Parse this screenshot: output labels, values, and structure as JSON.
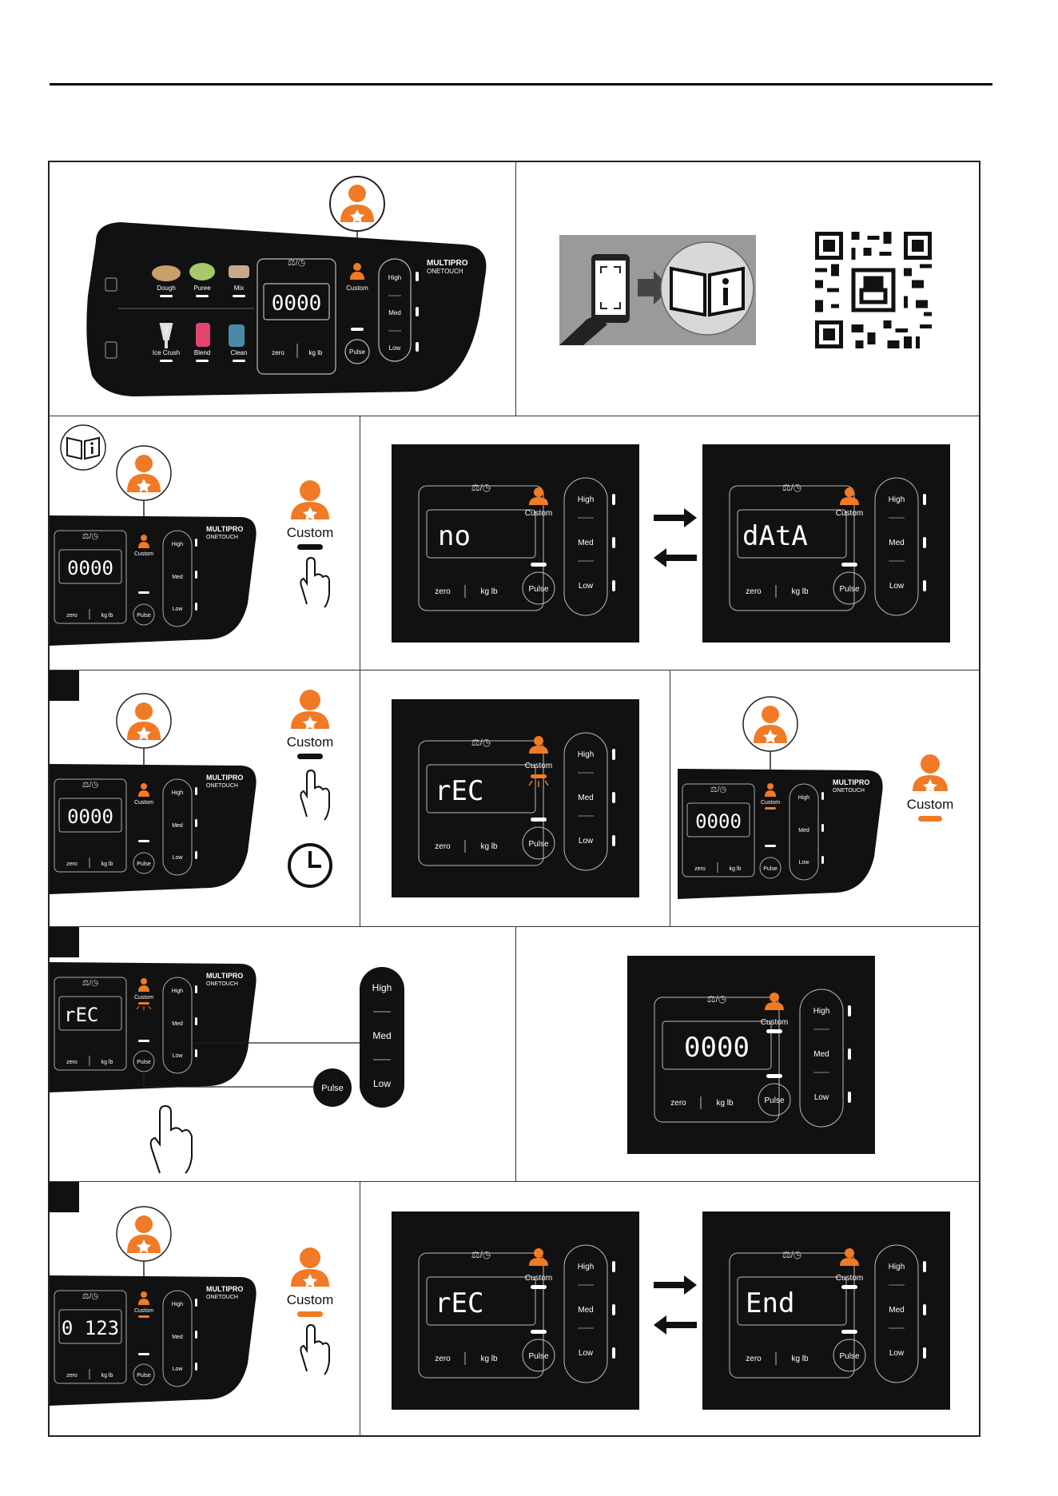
{
  "brand": {
    "line1": "MULTIPRO",
    "line2": "ONETOUCH"
  },
  "buttons": {
    "custom": "Custom",
    "pulse": "Pulse",
    "zero": "zero",
    "kglb": "kg lb",
    "high": "High",
    "med": "Med",
    "low": "Low"
  },
  "programs": {
    "dough": "Dough",
    "puree": "Puree",
    "mix": "Mix",
    "ice_crush": "Ice Crush",
    "blend": "Blend",
    "clean": "Clean"
  },
  "displays": {
    "zeros": "0000",
    "no": "no",
    "data": "dAtA",
    "rec": "rEC",
    "count": "0 123",
    "end": "End"
  },
  "colors": {
    "accent": "#f07a25",
    "panel": "#111111"
  }
}
